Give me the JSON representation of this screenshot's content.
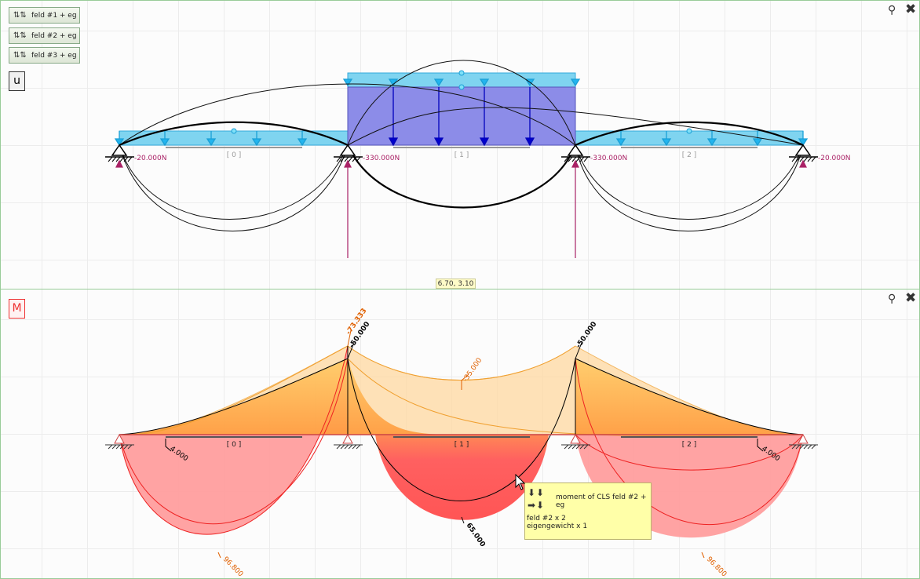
{
  "top_panel": {
    "load_cases": [
      {
        "label": "feld #1 + eg"
      },
      {
        "label": "feld #2 + eg"
      },
      {
        "label": "feld #3 + eg"
      }
    ],
    "mode_label": "u",
    "coord_readout": "6.70, 3.10",
    "support_forces": [
      "-20.000N",
      "-330.000N",
      "-330.000N",
      "-20.000N"
    ],
    "field_labels": [
      "[ 0 ]",
      "[ 1 ]",
      "[ 2 ]"
    ]
  },
  "bottom_panel": {
    "mode_label": "M",
    "field_labels": [
      "[ 0 ]",
      "[ 1 ]",
      "[ 2 ]"
    ],
    "moment_labels": {
      "support_left_orange": "-73.333",
      "support_left_black": "-50.000",
      "support_right_black": "-50.000",
      "mid_orange": "-35.000",
      "mid_black": "65.000",
      "left_small": "4.000",
      "right_small": "4.000",
      "left_red": "96.800",
      "right_red": "96.800"
    },
    "tooltip": {
      "title": "moment of CLS feld #2 + eg",
      "line1": "feld #2 x 2",
      "line2": "eigengewicht x 1"
    }
  },
  "colors": {
    "load_light": "#66ccee",
    "load_dark": "#8888dd",
    "reaction": "#aa2266",
    "moment_orange": "#ffb347",
    "moment_red": "#ff6b6b",
    "label_orange": "#e06000"
  }
}
